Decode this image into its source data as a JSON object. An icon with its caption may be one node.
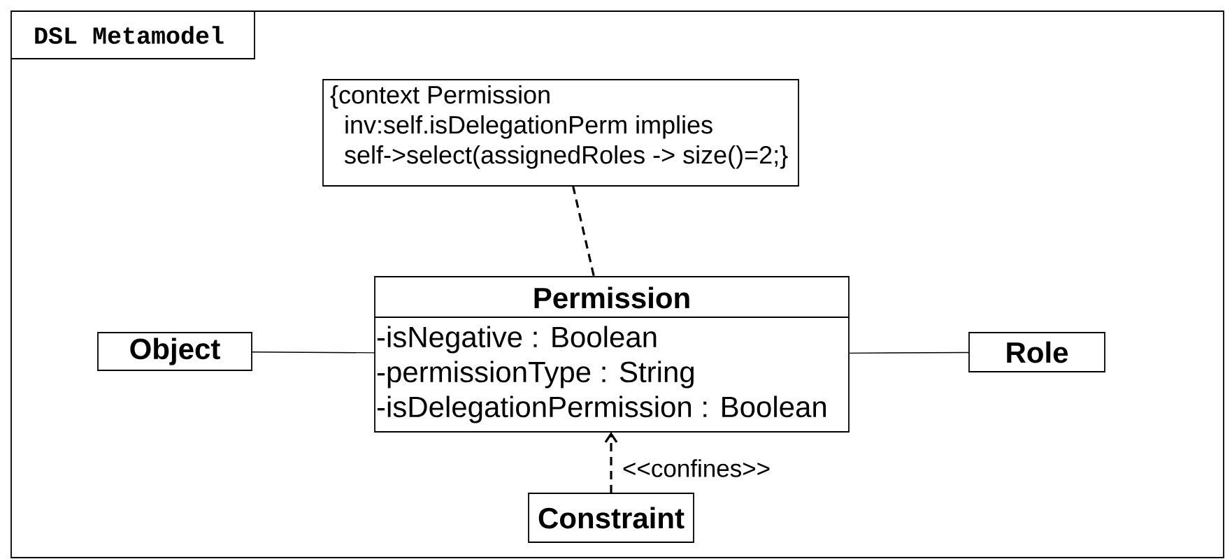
{
  "diagram": {
    "nodes": [
      {
        "text": [
          "DSL Metamodel"
        ]
      },
      {
        "text": [
          "{context Permission inv:self.isDelegationPerm implies self->select(assignedRoles -> size()=2;}"
        ],
        "in": 0
      },
      {
        "text": [
          "Permission",
          "-isNegative : Boolean",
          "-permissionType : String",
          "-isDelegationPermission : Boolean"
        ],
        "in": 0
      },
      {
        "text": [
          "Object"
        ],
        "in": 0
      },
      {
        "text": [
          "Role"
        ],
        "in": 0
      },
      {
        "text": [
          "Constraint"
        ],
        "in": 0
      }
    ],
    "edges": [
      {
        "from": 1,
        "to": 2,
        "arrow": "none",
        "style": "dashed"
      },
      {
        "from": 3,
        "to": 2,
        "arrow": "none"
      },
      {
        "from": 2,
        "to": 4,
        "arrow": "none"
      },
      {
        "from": 5,
        "to": 2,
        "arrow": "to",
        "style": "dashed",
        "label": "<<confines>>"
      }
    ]
  }
}
